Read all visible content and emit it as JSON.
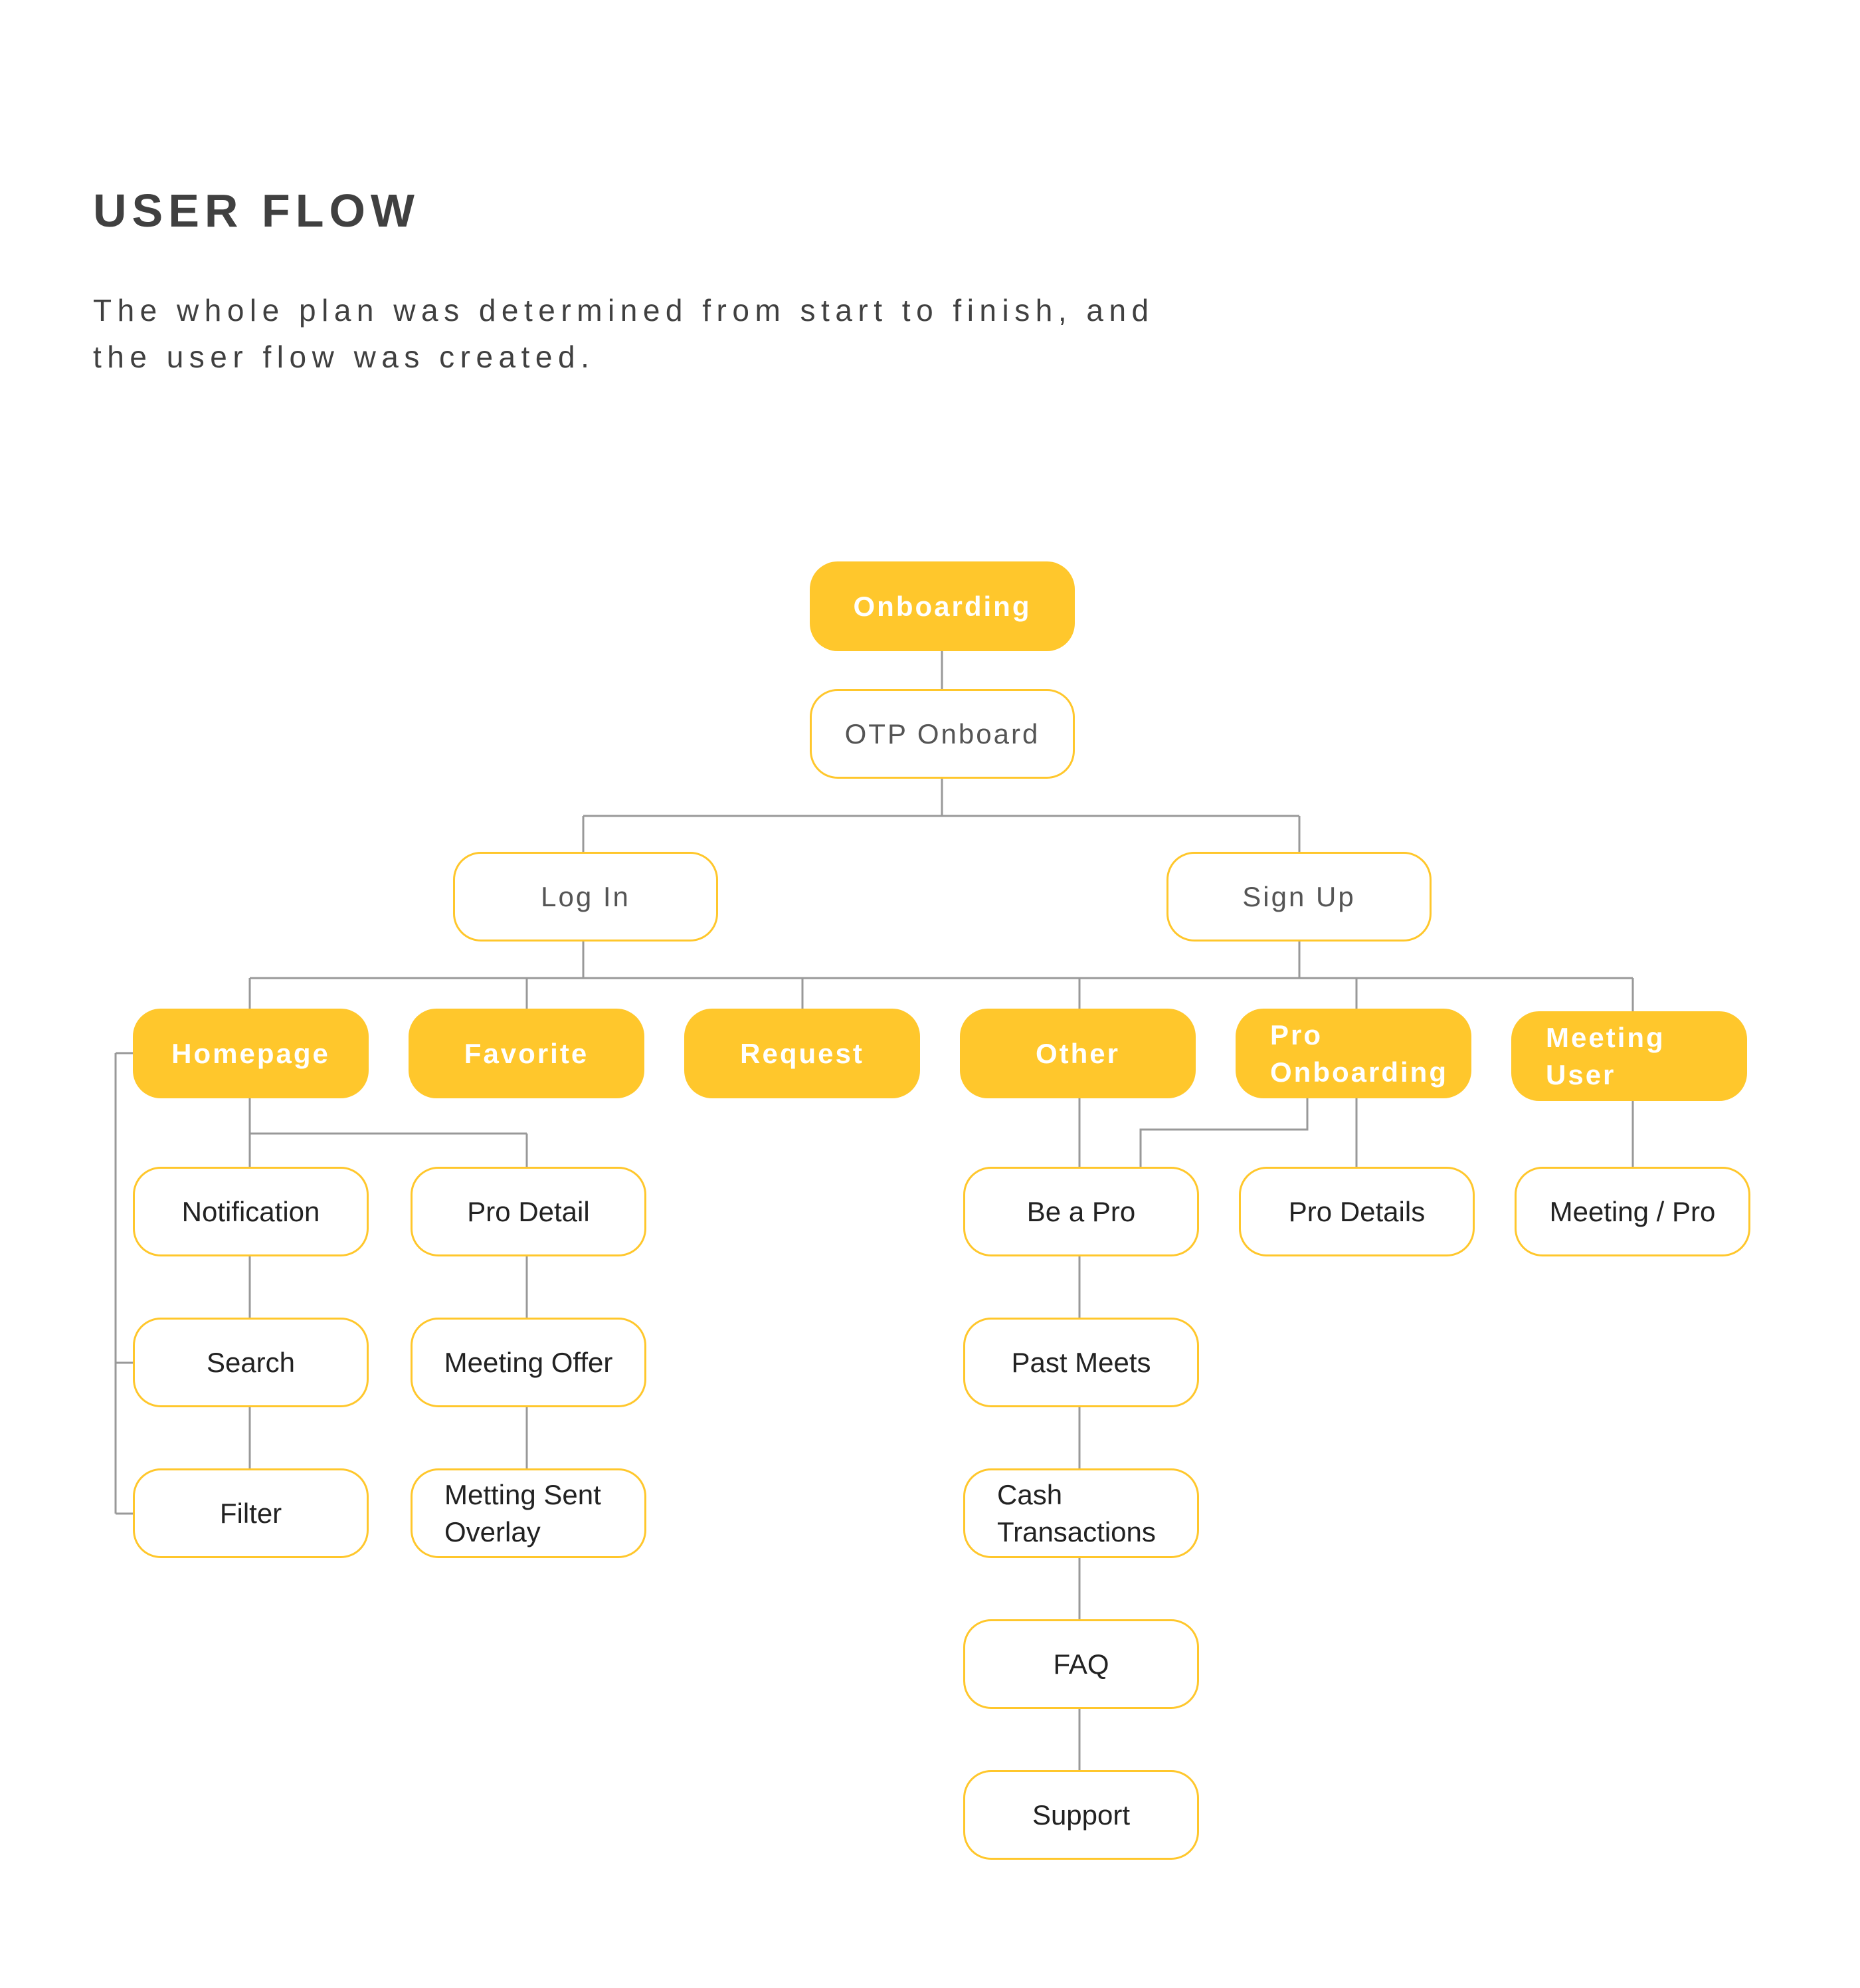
{
  "header": {
    "title": "USER FLOW",
    "subtitle_line1": "The whole plan was determined from start to finish, and",
    "subtitle_line2": "the user flow was created."
  },
  "colors": {
    "accent": "#FFC72C",
    "connector": "#999999",
    "heading_text": "#404040",
    "node_text": "#222222"
  },
  "nodes": {
    "onboarding": "Onboarding",
    "otp_onboard": "OTP Onboard",
    "log_in": "Log In",
    "sign_up": "Sign Up",
    "homepage": "Homepage",
    "favorite": "Favorite",
    "request": "Request",
    "other": "Other",
    "pro_onboarding": "Pro Onboarding",
    "meeting_user": "Meeting User",
    "notification": "Notification",
    "search": "Search",
    "filter": "Filter",
    "pro_detail": "Pro Detail",
    "meeting_offer": "Meeting Offer",
    "metting_sent_overlay": "Metting Sent Overlay",
    "be_a_pro": "Be a Pro",
    "past_meets": "Past Meets",
    "cash_transactions": "Cash Transactions",
    "faq": "FAQ",
    "support": "Support",
    "pro_details": "Pro Details",
    "meeting_pro": "Meeting / Pro"
  }
}
